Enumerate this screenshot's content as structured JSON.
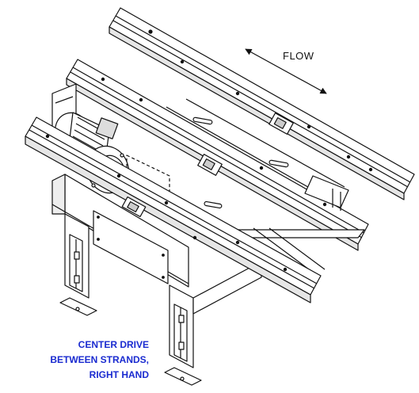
{
  "flow": {
    "label": "FLOW"
  },
  "caption": {
    "lines": [
      "CENTER DRIVE",
      "BETWEEN STRANDS,",
      "RIGHT HAND"
    ],
    "color": "#1a2bd0"
  },
  "colors": {
    "line": "#111111",
    "fill": "#ffffff",
    "shade": "#dcdcdc"
  },
  "parts": [
    "back-rail",
    "middle-rail",
    "front-rail",
    "drive-motor",
    "motor-flange",
    "drive-housing",
    "access-panel",
    "support-leg-left",
    "support-leg-right",
    "cross-brace",
    "flow-arrow"
  ]
}
